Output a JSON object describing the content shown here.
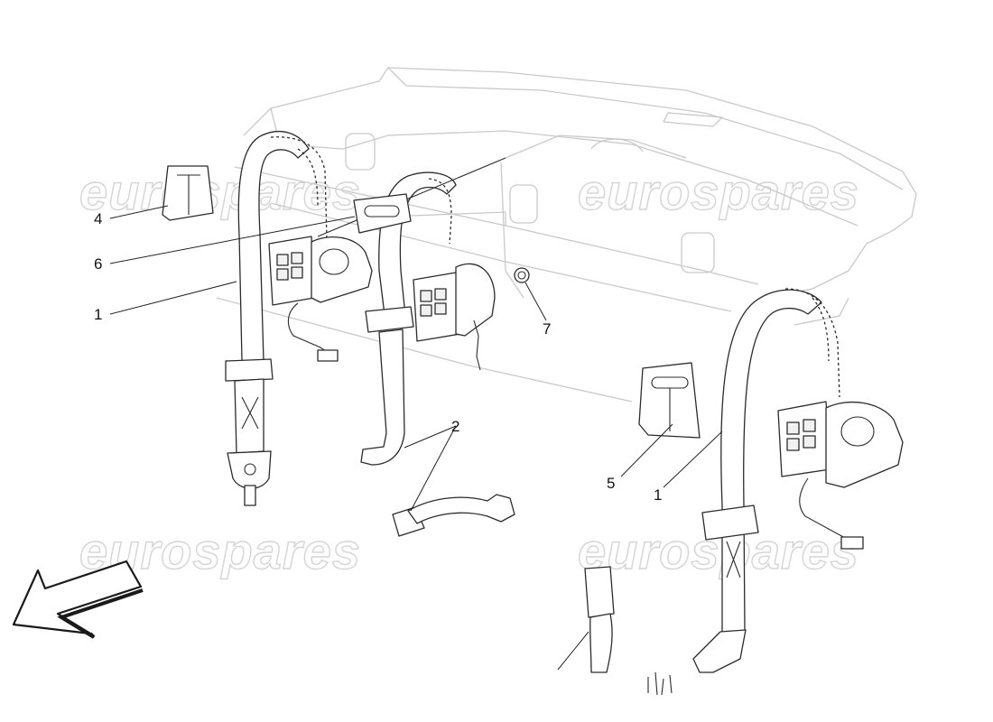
{
  "watermark": {
    "text": "eurospares",
    "color": "#d4d4d4"
  },
  "callouts": [
    {
      "id": "c4",
      "text": "4"
    },
    {
      "id": "c6",
      "text": "6"
    },
    {
      "id": "c1a",
      "text": "1"
    },
    {
      "id": "c2",
      "text": "2"
    },
    {
      "id": "c7",
      "text": "7"
    },
    {
      "id": "c5",
      "text": "5"
    },
    {
      "id": "c1b",
      "text": "1"
    }
  ],
  "colors": {
    "line": "#2b2b2b",
    "frame": "#c9c9c9",
    "background": "#ffffff"
  },
  "icons": {
    "direction_arrow": "front-direction-arrow-icon"
  }
}
